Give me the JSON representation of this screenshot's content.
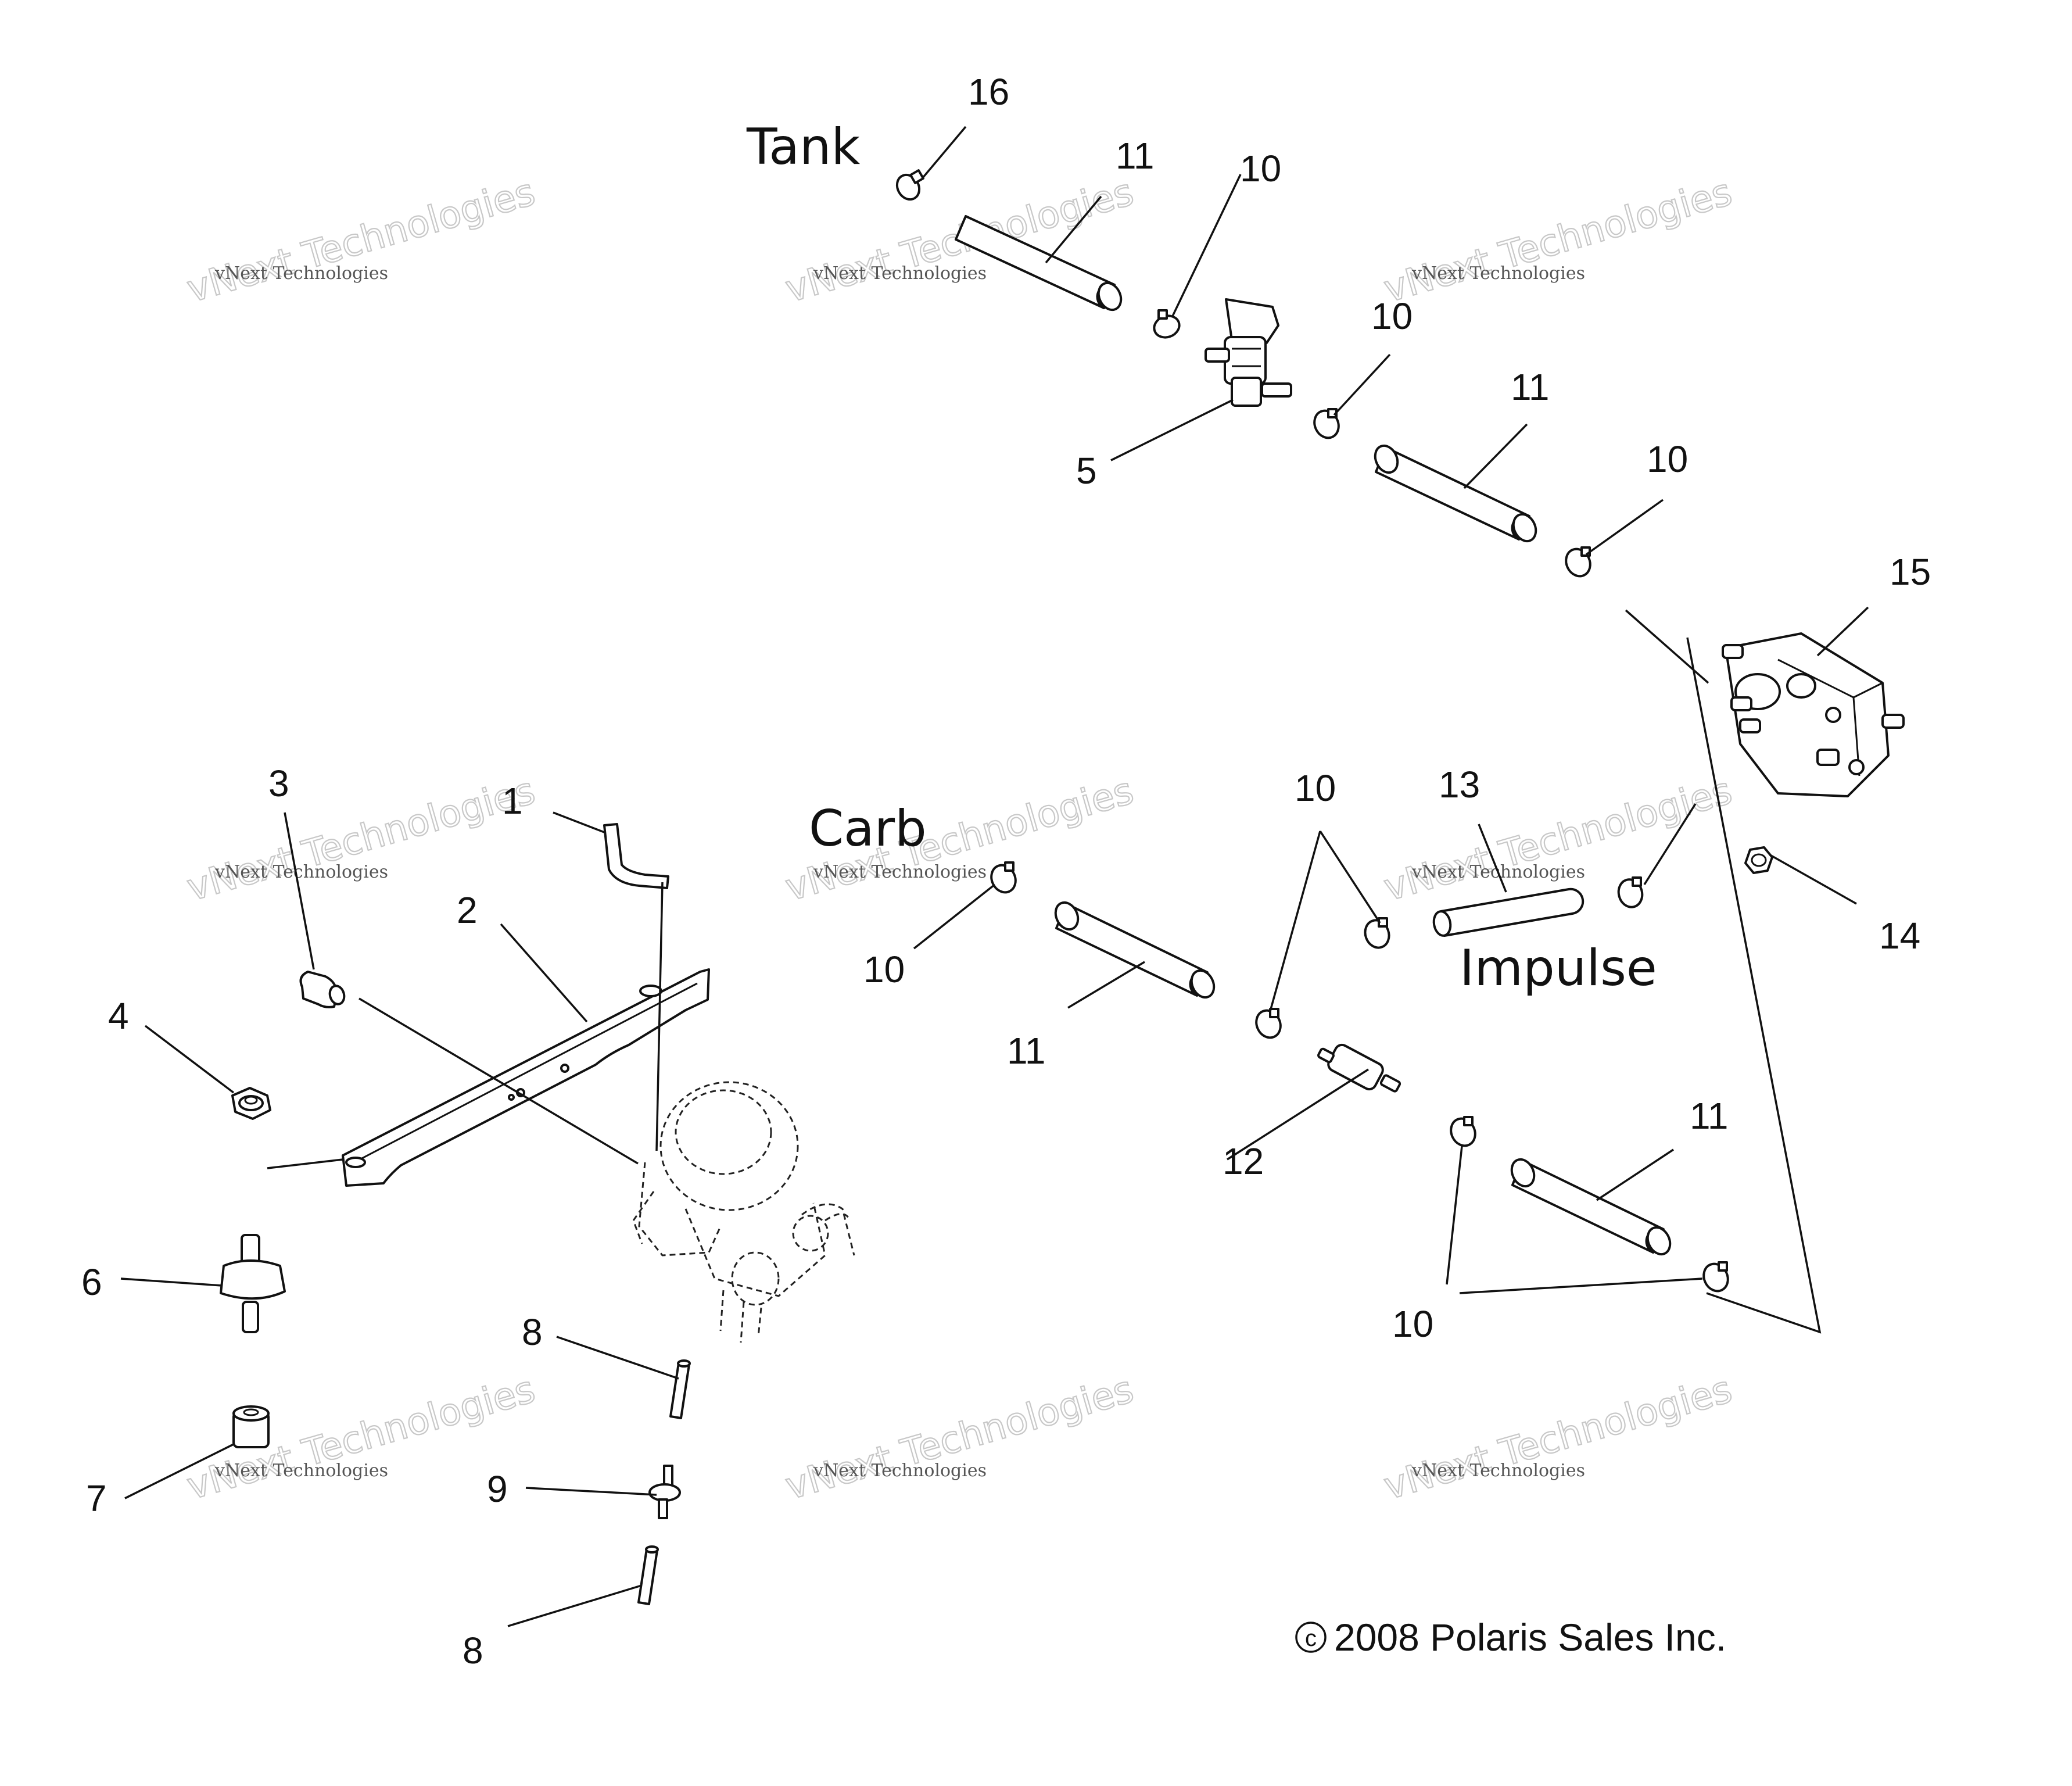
{
  "labels": {
    "tank": "Tank",
    "carb": "Carb",
    "impulse": "Impulse"
  },
  "copyright": "2008 Polaris Sales Inc.",
  "copyright_symbol": "c",
  "watermark": {
    "big": "vNext Technologies",
    "small": "vNext Technologies"
  },
  "callouts": {
    "c16": "16",
    "c11_top": "11",
    "c10_top": "10",
    "c5": "5",
    "c10_b": "10",
    "c11_mid": "11",
    "c10_c": "10",
    "c15": "15",
    "c13": "13",
    "c10_d": "10",
    "c14": "14",
    "c10_carb": "10",
    "c11_carb": "11",
    "c12": "12",
    "c11_low": "11",
    "c10_low": "10",
    "c3": "3",
    "c1": "1",
    "c2": "2",
    "c4": "4",
    "c6": "6",
    "c7": "7",
    "c8_top": "8",
    "c9": "9",
    "c8_low": "8"
  }
}
